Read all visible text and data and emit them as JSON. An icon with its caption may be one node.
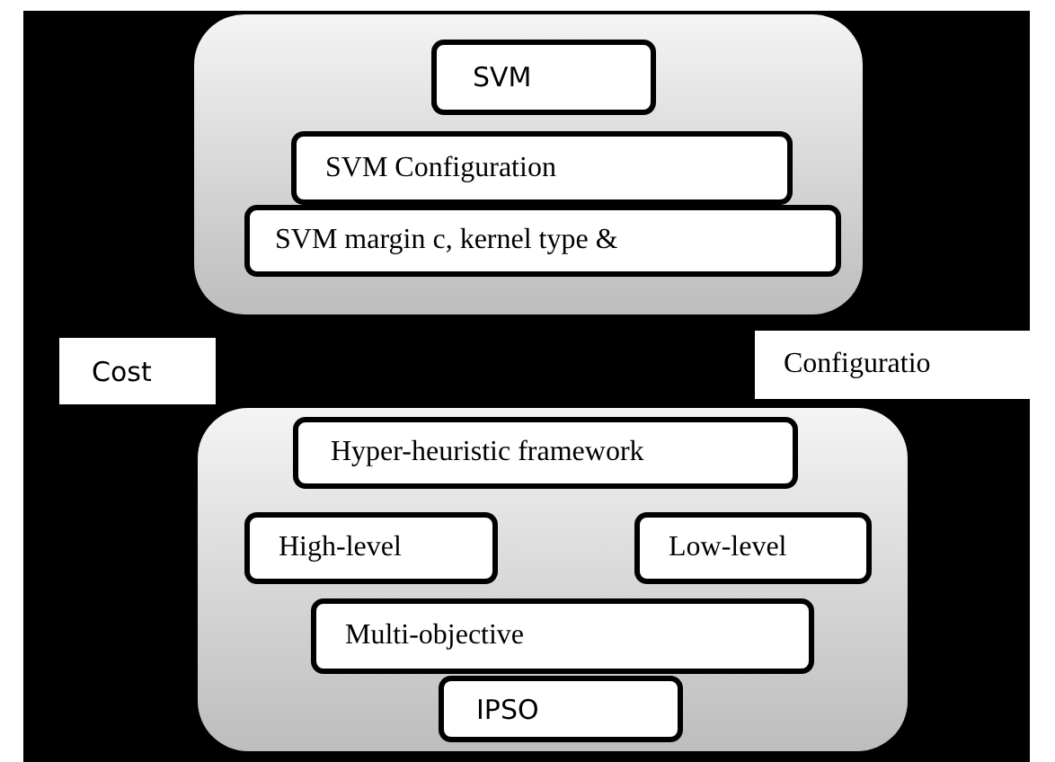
{
  "diagram": {
    "nodes": [
      {
        "text": [],
        "shape": "box"
      },
      {
        "text": [
          "SVM"
        ],
        "in": 0
      },
      {
        "text": [
          "SVM Configuration"
        ],
        "in": 0
      },
      {
        "text": [
          "SVM margin c, kernel type &"
        ],
        "in": 0
      },
      {
        "text": [
          "Cost"
        ]
      },
      {
        "text": [
          "Configuratio"
        ]
      },
      {
        "text": [],
        "shape": "box"
      },
      {
        "text": [
          "Hyper-heuristic framework"
        ],
        "in": 6
      },
      {
        "text": [
          "High-level"
        ],
        "in": 6
      },
      {
        "text": [
          "Low-level"
        ],
        "in": 6
      },
      {
        "text": [
          "Multi-objective"
        ],
        "in": 6
      },
      {
        "text": [
          "IPSO"
        ],
        "in": 6
      }
    ]
  }
}
